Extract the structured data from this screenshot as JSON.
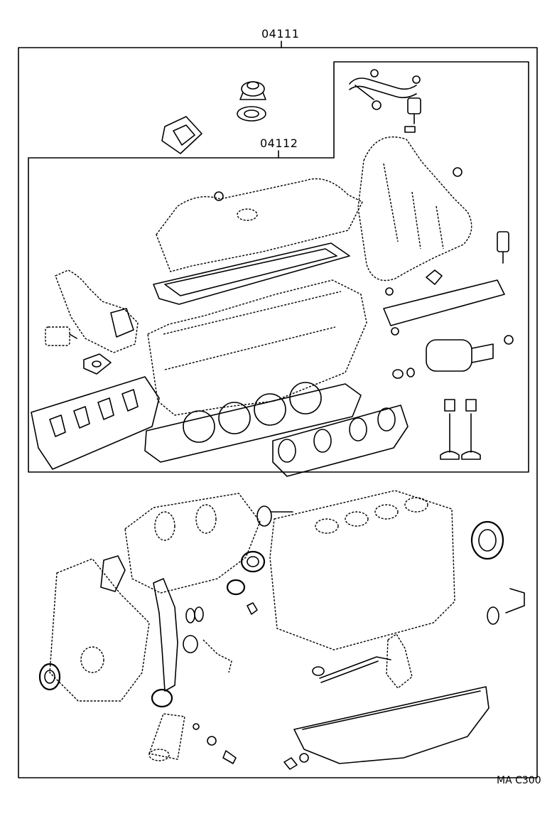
{
  "labels": {
    "outer_kit": "04111",
    "inner_kit": "04112",
    "figure_code": "MA  C300"
  },
  "colors": {
    "ink": "#000000",
    "paper": "#ffffff"
  }
}
